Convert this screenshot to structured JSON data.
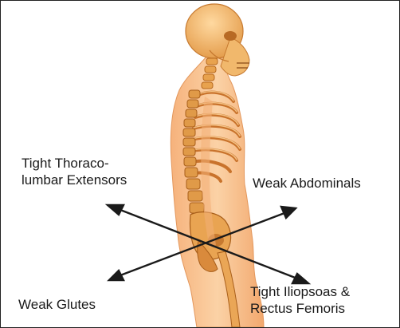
{
  "labels": {
    "tight_thoraco": {
      "line1": "Tight Thoraco-",
      "line2": "lumbar Extensors"
    },
    "weak_abdominals": "Weak Abdominals",
    "weak_glutes": "Weak Glutes",
    "tight_iliopsoas": {
      "line1": "Tight Iliopsoas &",
      "line2": "Rectus Femoris"
    }
  },
  "colors": {
    "skin": "#f8c08c",
    "skin_shadow": "#eea46e",
    "bone": "#f0b86a",
    "bone_dark": "#c8782e",
    "arrow": "#1a1a1a"
  },
  "icons": [
    "human-skeleton-figure",
    "arrow-upper-left",
    "arrow-upper-right",
    "arrow-lower-left",
    "arrow-lower-right"
  ]
}
